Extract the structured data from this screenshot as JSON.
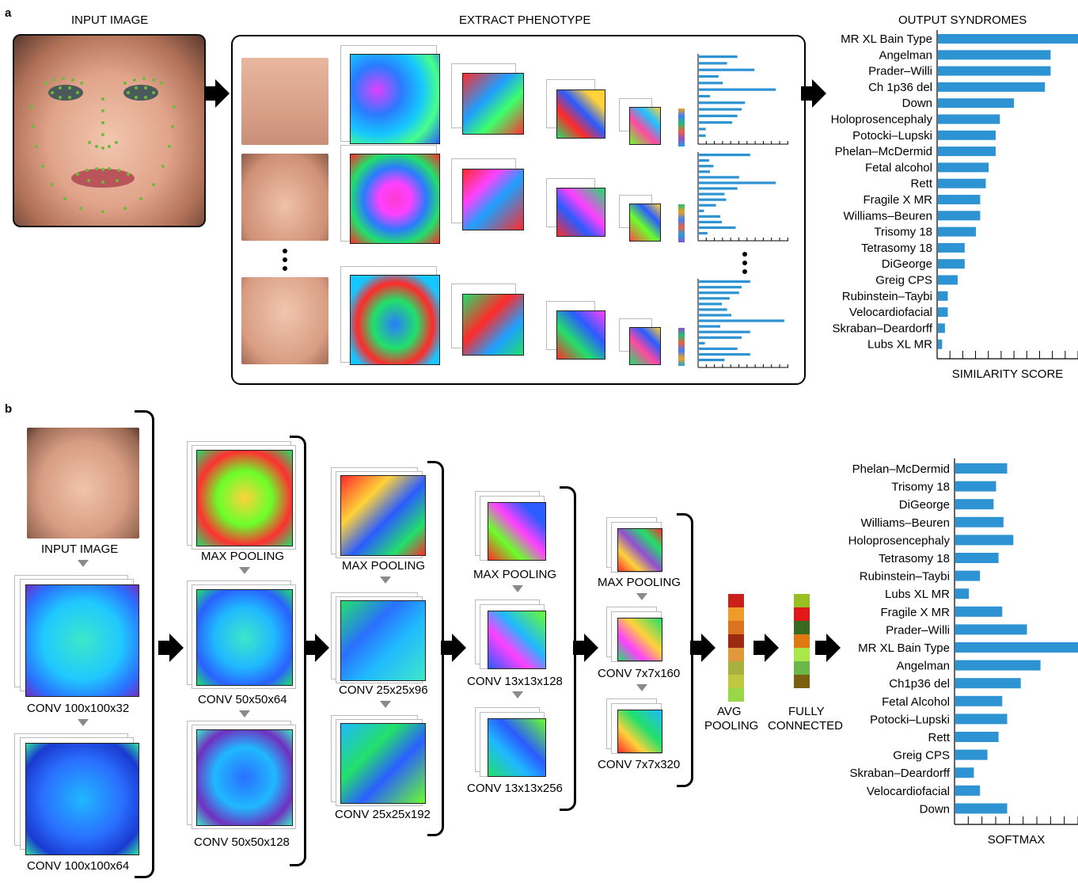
{
  "panel_a": {
    "letter": "a",
    "input_title": "INPUT IMAGE",
    "extract_title": "EXTRACT PHENOTYPE",
    "output_title": "OUTPUT SYNDROMES",
    "similarity_label": "SIMILARITY SCORE"
  },
  "panel_b": {
    "letter": "b",
    "input_label": "INPUT IMAGE",
    "conv1a": "CONV 100x100x32",
    "conv1b": "CONV 100x100x64",
    "pool2": "MAX POOLING",
    "conv2a": "CONV 50x50x64",
    "conv2b": "CONV 50x50x128",
    "pool3": "MAX POOLING",
    "conv3a": "CONV 25x25x96",
    "conv3b": "CONV 25x25x192",
    "pool4": "MAX POOLING",
    "conv4a": "CONV 13x13x128",
    "conv4b": "CONV 13x13x256",
    "pool5": "MAX POOLING",
    "conv5a": "CONV 7x7x160",
    "conv5b": "CONV 7x7x320",
    "avg_pool_1": "AVG",
    "avg_pool_2": "POOLING",
    "fc_1": "FULLY",
    "fc_2": "CONNECTED",
    "softmax_label": "SOFTMAX"
  },
  "colors": {
    "bar": "#2d93d2",
    "landmark": "#6dbb3a"
  },
  "chart_data": [
    {
      "type": "bar",
      "orientation": "horizontal",
      "xlabel": "SIMILARITY SCORE",
      "categories": [
        "MR XL Bain Type",
        "Angelman",
        "Prader–Willi",
        "Ch 1p36 del",
        "Down",
        "Holoprosencephaly",
        "Potocki–Lupski",
        "Phelan–McDermid",
        "Fetal alcohol",
        "Rett",
        "Fragile X MR",
        "Williams–Beuren",
        "Trisomy 18",
        "Tetrasomy 18",
        "DiGeorge",
        "Greig CPS",
        "Rubinstein–Taybi",
        "Velocardiofacial",
        "Skraban–Deardorff",
        "Lubs XL MR"
      ],
      "values": [
        1.0,
        0.8,
        0.8,
        0.76,
        0.54,
        0.44,
        0.41,
        0.41,
        0.36,
        0.34,
        0.3,
        0.3,
        0.27,
        0.19,
        0.19,
        0.14,
        0.07,
        0.07,
        0.05,
        0.03
      ]
    },
    {
      "type": "bar",
      "orientation": "horizontal",
      "xlabel": "SOFTMAX",
      "categories": [
        "Phelan–McDermid",
        "Trisomy 18",
        "DiGeorge",
        "Williams–Beuren",
        "Holoprosencephaly",
        "Tetrasomy 18",
        "Rubinstein–Taybi",
        "Lubs XL MR",
        "Fragile X MR",
        "Prader–Willi",
        "MR XL Bain Type",
        "Angelman",
        "Ch1p36 del",
        "Fetal Alcohol",
        "Potocki–Lupski",
        "Rett",
        "Greig CPS",
        "Skraban–Deardorff",
        "Velocardiofacial",
        "Down"
      ],
      "values": [
        0.42,
        0.33,
        0.31,
        0.39,
        0.47,
        0.35,
        0.2,
        0.11,
        0.38,
        0.58,
        1.0,
        0.69,
        0.53,
        0.38,
        0.42,
        0.35,
        0.26,
        0.15,
        0.2,
        0.42
      ]
    }
  ]
}
